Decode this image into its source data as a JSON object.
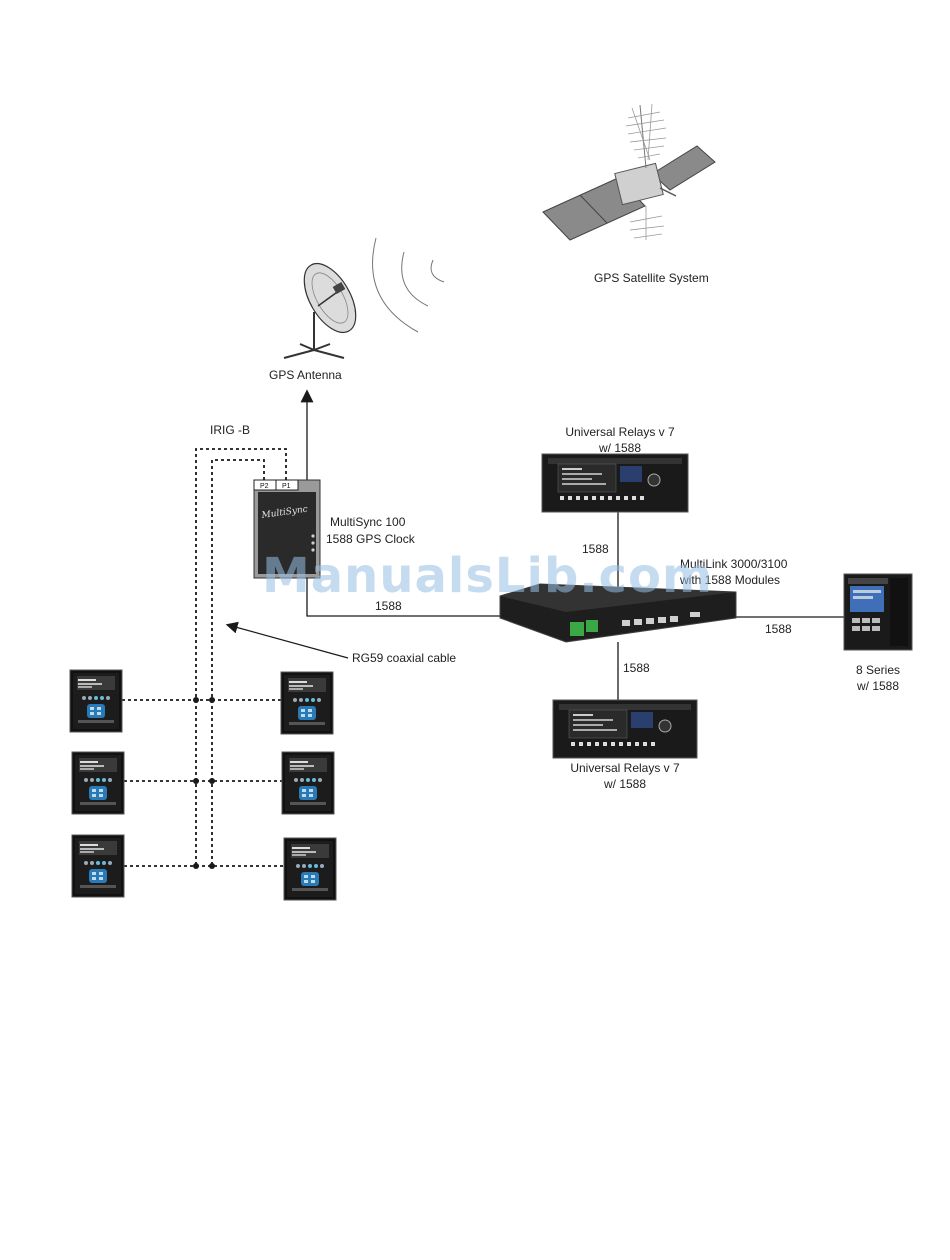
{
  "labels": {
    "gps_satellite": "GPS Satellite System",
    "gps_antenna": "GPS Antenna",
    "irig_b": "IRIG -B",
    "multisync_l1": "MultiSync  100",
    "multisync_l2": "1588 GPS Clock",
    "multisync_port_p2": "P2",
    "multisync_port_p1": "P1",
    "multisync_brand": "MultiSync",
    "ur_top_l1": "Universal Relays v  7",
    "ur_top_l2": "w/ 1588",
    "ur_bottom_l1": "Universal Relays v  7",
    "ur_bottom_l2": "w/ 1588",
    "multilink_l1": "MultiLink  3000/3100",
    "multilink_l2": "with 1588 Modules",
    "series8_l1": "8 Series",
    "series8_l2": "w/ 1588",
    "link_clock": "1588",
    "link_top": "1588",
    "link_right": "1588",
    "link_bottom": "1588",
    "rg59": "RG59 coaxial cable"
  },
  "watermark": "ManualsLib.com",
  "colors": {
    "line": "#1a1a1a",
    "device_dark": "#1c1c1c",
    "screen": "#2b3f6e",
    "accent_green": "#3aa845"
  }
}
